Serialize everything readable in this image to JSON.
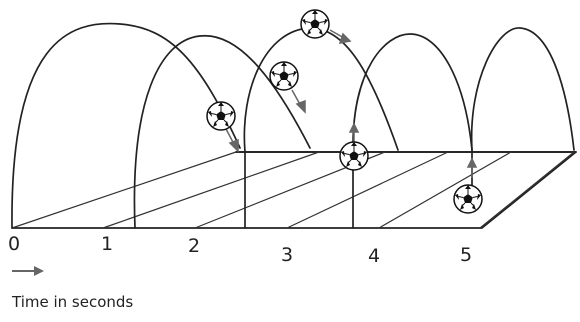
{
  "axis": {
    "tick_labels": [
      "0",
      "1",
      "2",
      "3",
      "4",
      "5"
    ],
    "caption": "Time in seconds"
  },
  "colors": {
    "ink": "#222222",
    "arrow": "#666666",
    "ball_panel": "#111111"
  },
  "icons": {
    "ball": "soccer-ball-icon",
    "direction": "arrow-right-icon"
  }
}
